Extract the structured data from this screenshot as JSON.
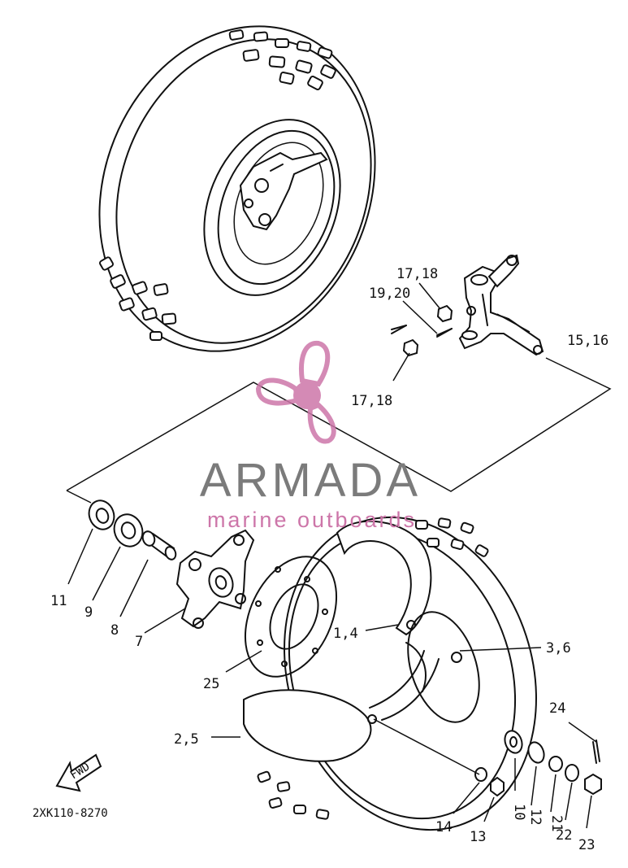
{
  "diagram": {
    "part_code": "2XK110-8270",
    "fwd_label": "FWD",
    "callouts": [
      {
        "id": "c11",
        "text": "11"
      },
      {
        "id": "c9",
        "text": "9"
      },
      {
        "id": "c8",
        "text": "8"
      },
      {
        "id": "c7",
        "text": "7"
      },
      {
        "id": "c25",
        "text": "25"
      },
      {
        "id": "c25b",
        "text": "2,5"
      },
      {
        "id": "c14",
        "text": "1,4"
      },
      {
        "id": "c36",
        "text": "3,6"
      },
      {
        "id": "c24",
        "text": "24"
      },
      {
        "id": "c10",
        "text": "10"
      },
      {
        "id": "c12",
        "text": "12"
      },
      {
        "id": "c21",
        "text": "21"
      },
      {
        "id": "c22",
        "text": "22"
      },
      {
        "id": "c23",
        "text": "23"
      },
      {
        "id": "c14b",
        "text": "14"
      },
      {
        "id": "c13",
        "text": "13"
      },
      {
        "id": "c1718a",
        "text": "17,18"
      },
      {
        "id": "c1920",
        "text": "19,20"
      },
      {
        "id": "c1516",
        "text": "15,16"
      },
      {
        "id": "c1718b",
        "text": "17,18"
      }
    ]
  },
  "watermark": {
    "brand": "ARMADA",
    "tagline": "marine outboards",
    "colors": {
      "brand": "#7b7b7b",
      "accent": "#cd76a9"
    }
  }
}
